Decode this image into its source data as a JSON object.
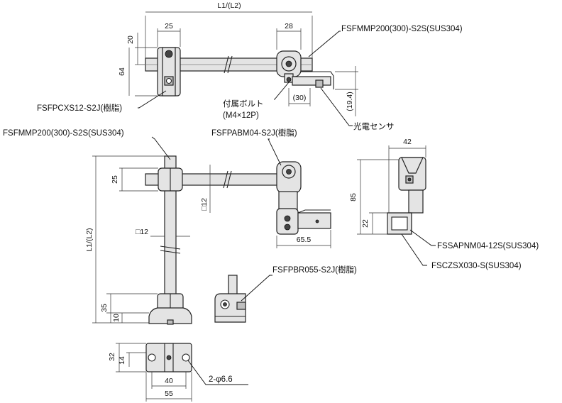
{
  "parts": {
    "top_rod": "FSFMMP200(300)-S2S(SUS304)",
    "top_clamp": "FSFPCXS12-S2J(樹脂)",
    "bolt_name": "付属ボルト",
    "bolt_size": "(M4×12P)",
    "sensor": "光電センサ",
    "vertical_rod": "FSFMMP200(300)-S2S(SUS304)",
    "angle_clamp": "FSFPABM04-S2J(樹脂)",
    "base": "FSFPBR055-S2J(樹脂)",
    "bracket": "FSSAPNM04-12S(SUS304)",
    "sensor_clamp": "FSCZSX030-S(SUS304)"
  },
  "dimensions": {
    "top_length": "L1/(L2)",
    "top_d25": "25",
    "top_d28": "28",
    "top_d20": "20",
    "top_d64": "64",
    "top_d30": "(30)",
    "top_d19_4": "(19.4)",
    "vert_length": "L1/(L2)",
    "vert_d25": "25",
    "sq12_rod": "□12",
    "sq12_clamp": "□12",
    "d65_5": "65.5",
    "d42": "42",
    "d85": "85",
    "d22": "22",
    "d35": "35",
    "d10": "10",
    "d32": "32",
    "d14": "14",
    "d40": "40",
    "d55": "55",
    "hole_spec": "2-φ6.6"
  }
}
